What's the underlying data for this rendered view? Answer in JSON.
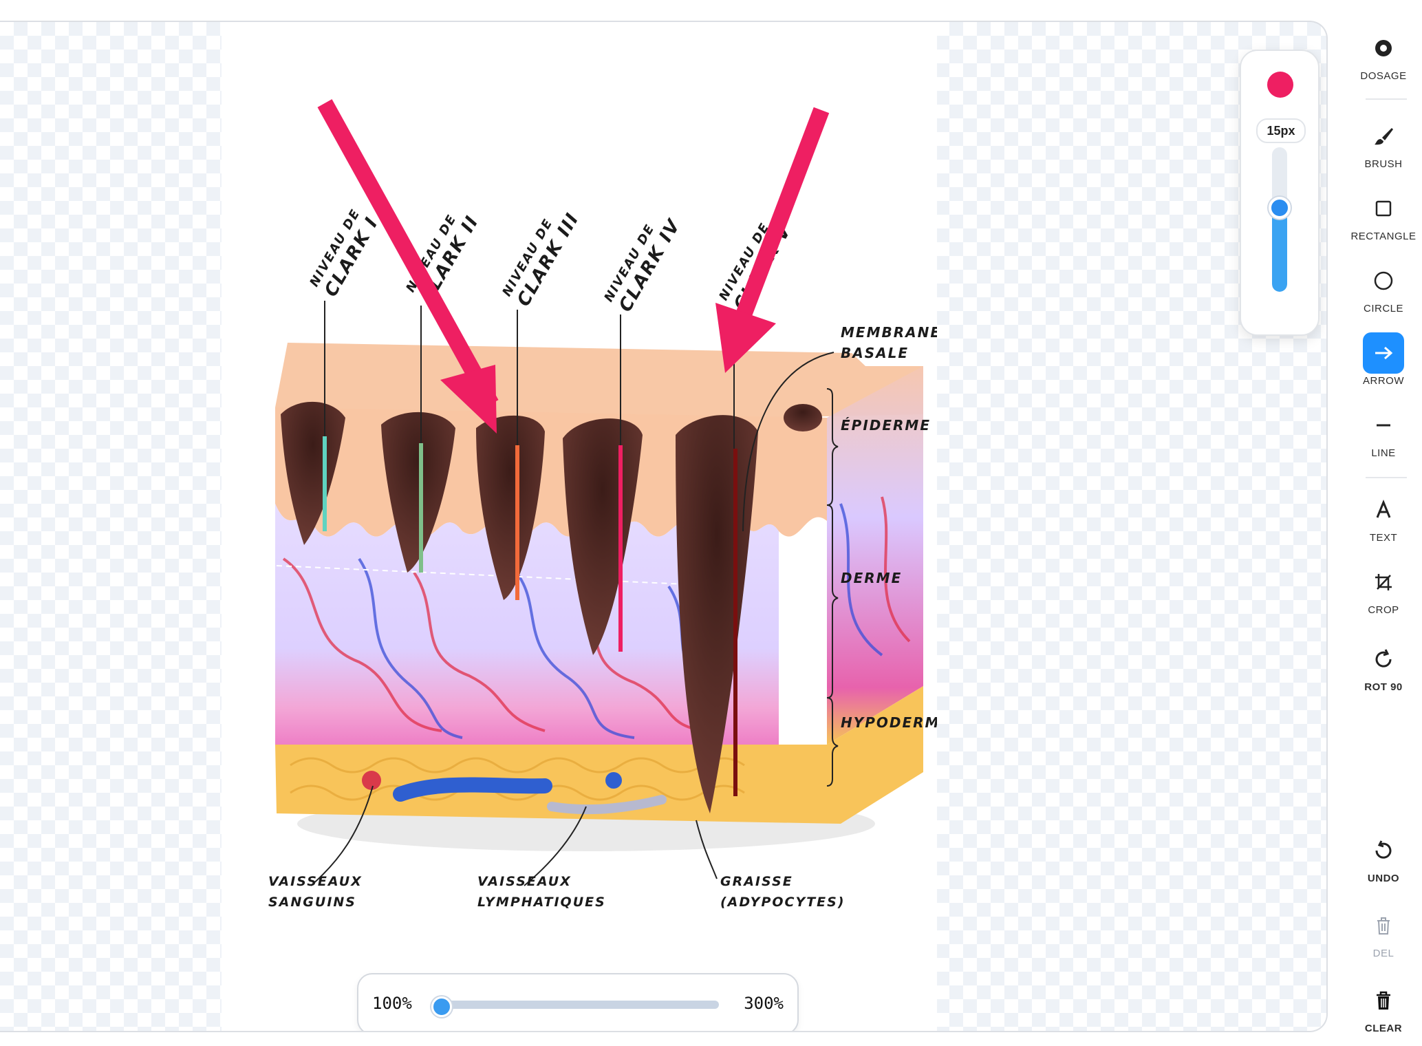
{
  "zoom": {
    "min_label": "100%",
    "max_label": "300%",
    "value_fraction": 0
  },
  "brush": {
    "color": "#ee1f62",
    "size_label": "15px",
    "size_fraction": 0.6
  },
  "toolbar": {
    "dosage": "DOSAGE",
    "brush": "BRUSH",
    "rectangle": "RECTANGLE",
    "circle": "CIRCLE",
    "arrow": "ARROW",
    "line": "LINE",
    "text": "TEXT",
    "crop": "CROP",
    "rotate": "ROT 90",
    "undo": "UNDO",
    "delete": "DEL",
    "clear": "CLEAR",
    "active_tool": "arrow"
  },
  "diagram": {
    "clark_labels": [
      {
        "line1": "NIVEAU DE",
        "line2": "CLARK I"
      },
      {
        "line1": "NIVEAU DE",
        "line2": "CLARK II"
      },
      {
        "line1": "NIVEAU DE",
        "line2": "CLARK III"
      },
      {
        "line1": "NIVEAU DE",
        "line2": "CLARK IV"
      },
      {
        "line1": "NIVEAU DE",
        "line2": "CLARK V"
      }
    ],
    "membrane_line1": "MEMBRANE",
    "membrane_line2": "BASALE",
    "epiderme": "ÉPIDERME",
    "derme": "DERME",
    "hypoderme": "HYPODERME",
    "vessels_line1": "VAISSEAUX",
    "vessels_line2": "SANGUINS",
    "lymph_line1": "VAISSEAUX",
    "lymph_line2": "LYMPHATIQUES",
    "fat_line1": "GRAISSE",
    "fat_line2": "(ADYPOCYTES)",
    "annotation_color": "#ee1f62"
  }
}
